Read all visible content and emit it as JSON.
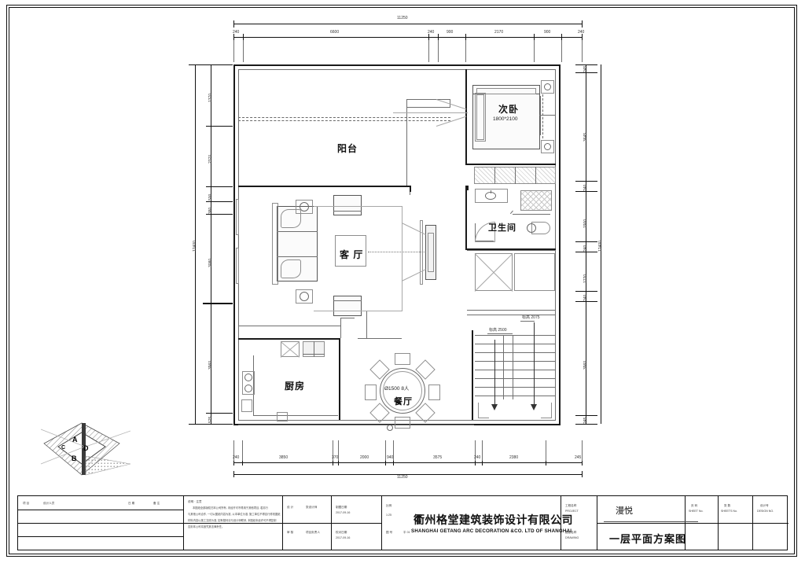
{
  "sheet": {
    "drawing_title_cn": "一层平面方案图",
    "project_name_cn": "漫悦",
    "company_cn": "衢州格堂建筑装饰设计有限公司",
    "company_en": "SHANGHAI GETANG ARC DECORATION  &CO. LTD OF SHANGHAI"
  },
  "rooms": [
    {
      "id": "balcony",
      "label": "阳台",
      "sub": ""
    },
    {
      "id": "bedroom2",
      "label": "次卧",
      "sub": "1800*2100"
    },
    {
      "id": "bathroom",
      "label": "卫生间",
      "sub": ""
    },
    {
      "id": "living",
      "label": "客 厅",
      "sub": ""
    },
    {
      "id": "kitchen",
      "label": "厨房",
      "sub": ""
    },
    {
      "id": "dining",
      "label": "餐厅",
      "sub": "Ø1500 8人"
    }
  ],
  "dimensions": {
    "top_overall": "11250",
    "top_chain": [
      "240",
      "6600",
      "240",
      "900",
      "2170",
      "900",
      "240"
    ],
    "bottom_overall": "11250",
    "bottom_chain": [
      "240",
      "3850",
      "370",
      "2000",
      "940",
      "3575",
      "240",
      "2380",
      "245"
    ],
    "left_overall": "12400",
    "left_chain": [
      "1370",
      "2370",
      "500",
      "380",
      "3080",
      "3960",
      "525"
    ],
    "right_overall": "12400",
    "right_chain": [
      "245",
      "3645",
      "240",
      "1900",
      "240",
      "1220",
      "240",
      "3960",
      "245"
    ]
  },
  "annotations": {
    "stair_level_1": "标高 2075",
    "stair_level_2": "标高 2500"
  },
  "compass": {
    "letters": [
      "A",
      "C",
      "D",
      "B"
    ]
  },
  "title_block": {
    "notes_heading": "说明 · 注意",
    "notes_lines": [
      "本图纸全部版权归本公司所有, 未经许可不得用于其他项目, 若另行",
      "与其他公司合作, 一切以图纸内容为准, 以本单位为准, 施工单位不得自行修改图纸",
      "材料内容以施工交底为准, 如有疑问请与设计师联系, 本图纸未经许可不得复制",
      "否则本公司将追究其法律责任。"
    ],
    "left_rows": [
      {
        "c1": "项 目",
        "c2": "设计人员",
        "c3": "日 期",
        "c4": "备 注"
      },
      {
        "c1": "",
        "c2": "",
        "c3": "",
        "c4": ""
      },
      {
        "c1": "",
        "c2": "",
        "c3": "",
        "c4": ""
      },
      {
        "c1": "",
        "c2": "",
        "c3": "",
        "c4": ""
      }
    ],
    "mid_rows": [
      {
        "label": "设 计",
        "value": "张设计师"
      },
      {
        "label": "审 核",
        "value": "项目负责人"
      }
    ],
    "mid2_rows": [
      {
        "label": "制图日期",
        "value": "2017-09-16"
      },
      {
        "label": "校对日期",
        "value": "2017-09-16"
      }
    ],
    "mid3_rows": [
      {
        "label": "比例",
        "value": "1:25"
      },
      {
        "label": "图 号",
        "value": "平 01"
      }
    ],
    "right_fields": [
      {
        "label": "工程名称",
        "sub": "PROJECT"
      },
      {
        "label": "图纸名称",
        "sub": "DRAWING"
      }
    ],
    "far_right": [
      {
        "label": "页 码",
        "sub": "SHEET No."
      },
      {
        "label": "张 数",
        "sub": "SHEETS No."
      },
      {
        "label": "设计号",
        "sub": "DESIGN NO."
      }
    ]
  }
}
